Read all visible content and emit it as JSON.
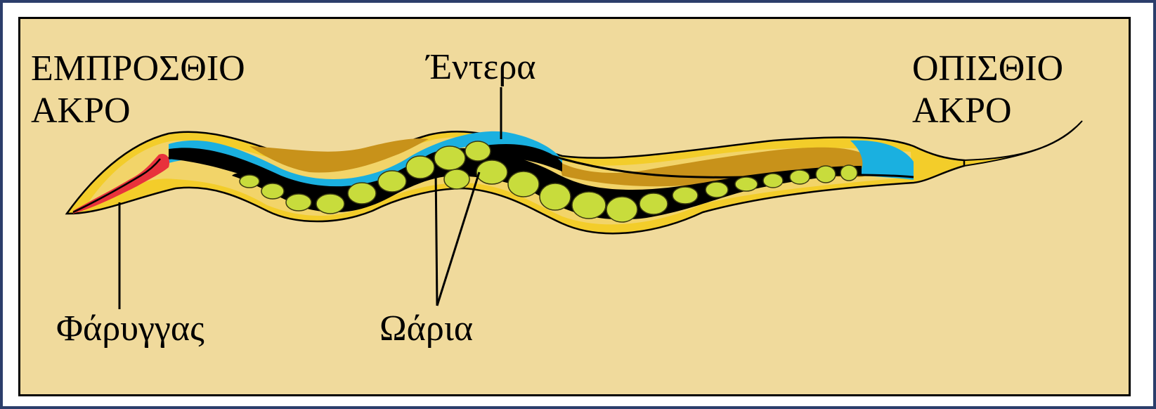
{
  "labels": {
    "anterior_end": [
      "ΕΜΠΡΟΣΘΙΟ",
      "ΑΚΡΟ"
    ],
    "posterior_end": [
      "ΟΠΙΣΘΙΟ",
      "ΑΚΡΟ"
    ],
    "intestine": "Έντερα",
    "pharynx": "Φάρυγγας",
    "eggs": "Ωάρια"
  },
  "colors": {
    "background": "#f0da9c",
    "border": "#000000",
    "outer_frame": "#2c3e6b",
    "body_wall": "#f3cd2a",
    "pharynx": "#e8323c",
    "intestine": "#1ab0e0",
    "gonad": "#c8921a",
    "egg": "#c8dc3c"
  }
}
